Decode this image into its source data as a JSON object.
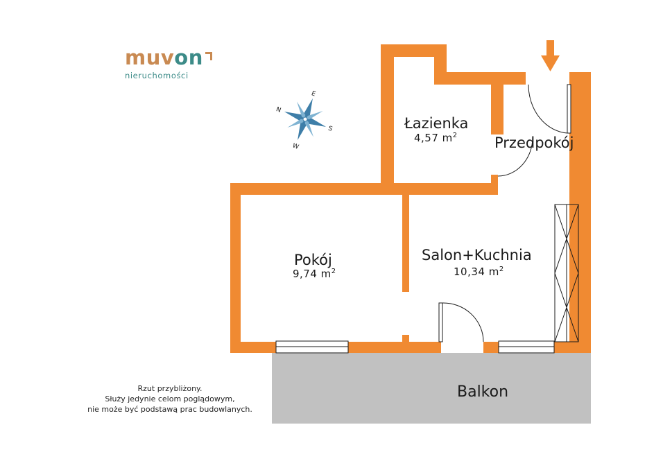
{
  "brand": {
    "name_part1": "muv",
    "name_part2": "on",
    "tagline": "nieruchomości",
    "color_primary": "#c98a52",
    "color_secondary": "#3c8b88"
  },
  "compass": {
    "icon": "compass-rose-icon",
    "labels": [
      "E",
      "S",
      "N",
      "W"
    ],
    "color": "#3e7ea8"
  },
  "entrance_marker": {
    "icon": "entrance-arrow-icon",
    "color": "#f08a32"
  },
  "rooms": {
    "lazienka": {
      "name": "Łazienka",
      "area": "4,57 m",
      "unit_exp": "2"
    },
    "przedpokoj": {
      "name": "Przedpokój"
    },
    "pokoj": {
      "name": "Pokój",
      "area": "9,74 m",
      "unit_exp": "2"
    },
    "salon": {
      "name": "Salon+Kuchnia",
      "area": "10,34 m",
      "unit_exp": "2"
    },
    "balkon": {
      "name": "Balkon"
    }
  },
  "disclaimer": {
    "line1": "Rzut przybliżony.",
    "line2": "Służy jedynie celom poglądowym,",
    "line3": "nie może być podstawą prac budowlanych."
  },
  "colors": {
    "wall": "#f08a32",
    "balcony": "#c1c1c1",
    "line": "#1a1a1a"
  }
}
